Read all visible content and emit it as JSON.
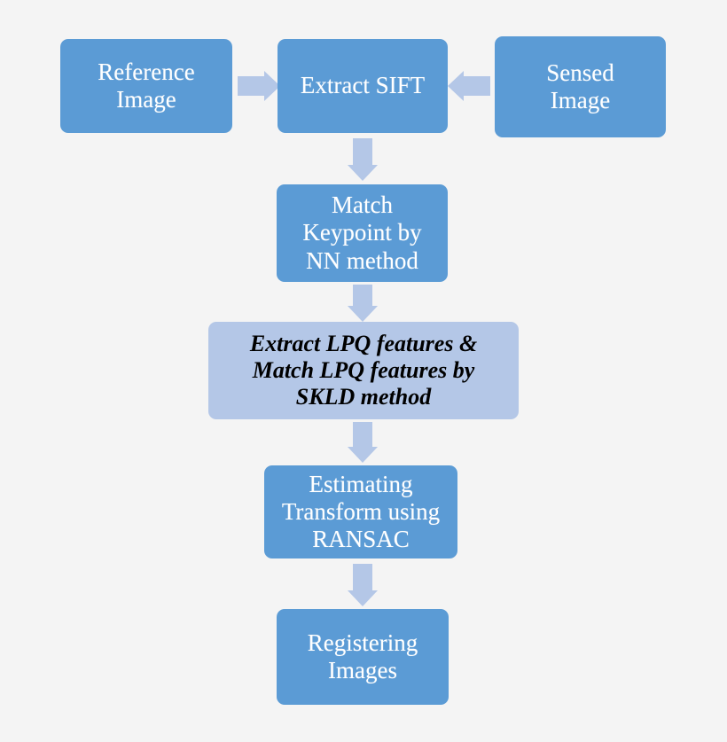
{
  "diagram": {
    "title": "Image Registration Pipeline Flowchart",
    "background_color": "#f4f4f4",
    "node_fill_primary": "#5b9bd5",
    "node_text_primary": "#ffffff",
    "node_fill_highlight": "#b4c7e7",
    "node_text_highlight": "#000000",
    "arrow_color": "#b4c7e7"
  },
  "nodes": {
    "reference_image": "Reference\nImage",
    "extract_sift": "Extract SIFT",
    "sensed_image": "Sensed\nImage",
    "match_keypoint": "Match\nKeypoint by\nNN method",
    "extract_lpq": "Extract LPQ features &\nMatch LPQ features by\nSKLD method",
    "estimating_transform": "Estimating\nTransform using\nRANSAC",
    "registering_images": "Registering\nImages"
  },
  "arrows": {
    "reference_to_sift": "arrow-right",
    "sensed_to_sift": "arrow-left",
    "sift_to_match": "arrow-down",
    "match_to_lpq": "arrow-down",
    "lpq_to_ransac": "arrow-down",
    "ransac_to_registering": "arrow-down"
  }
}
